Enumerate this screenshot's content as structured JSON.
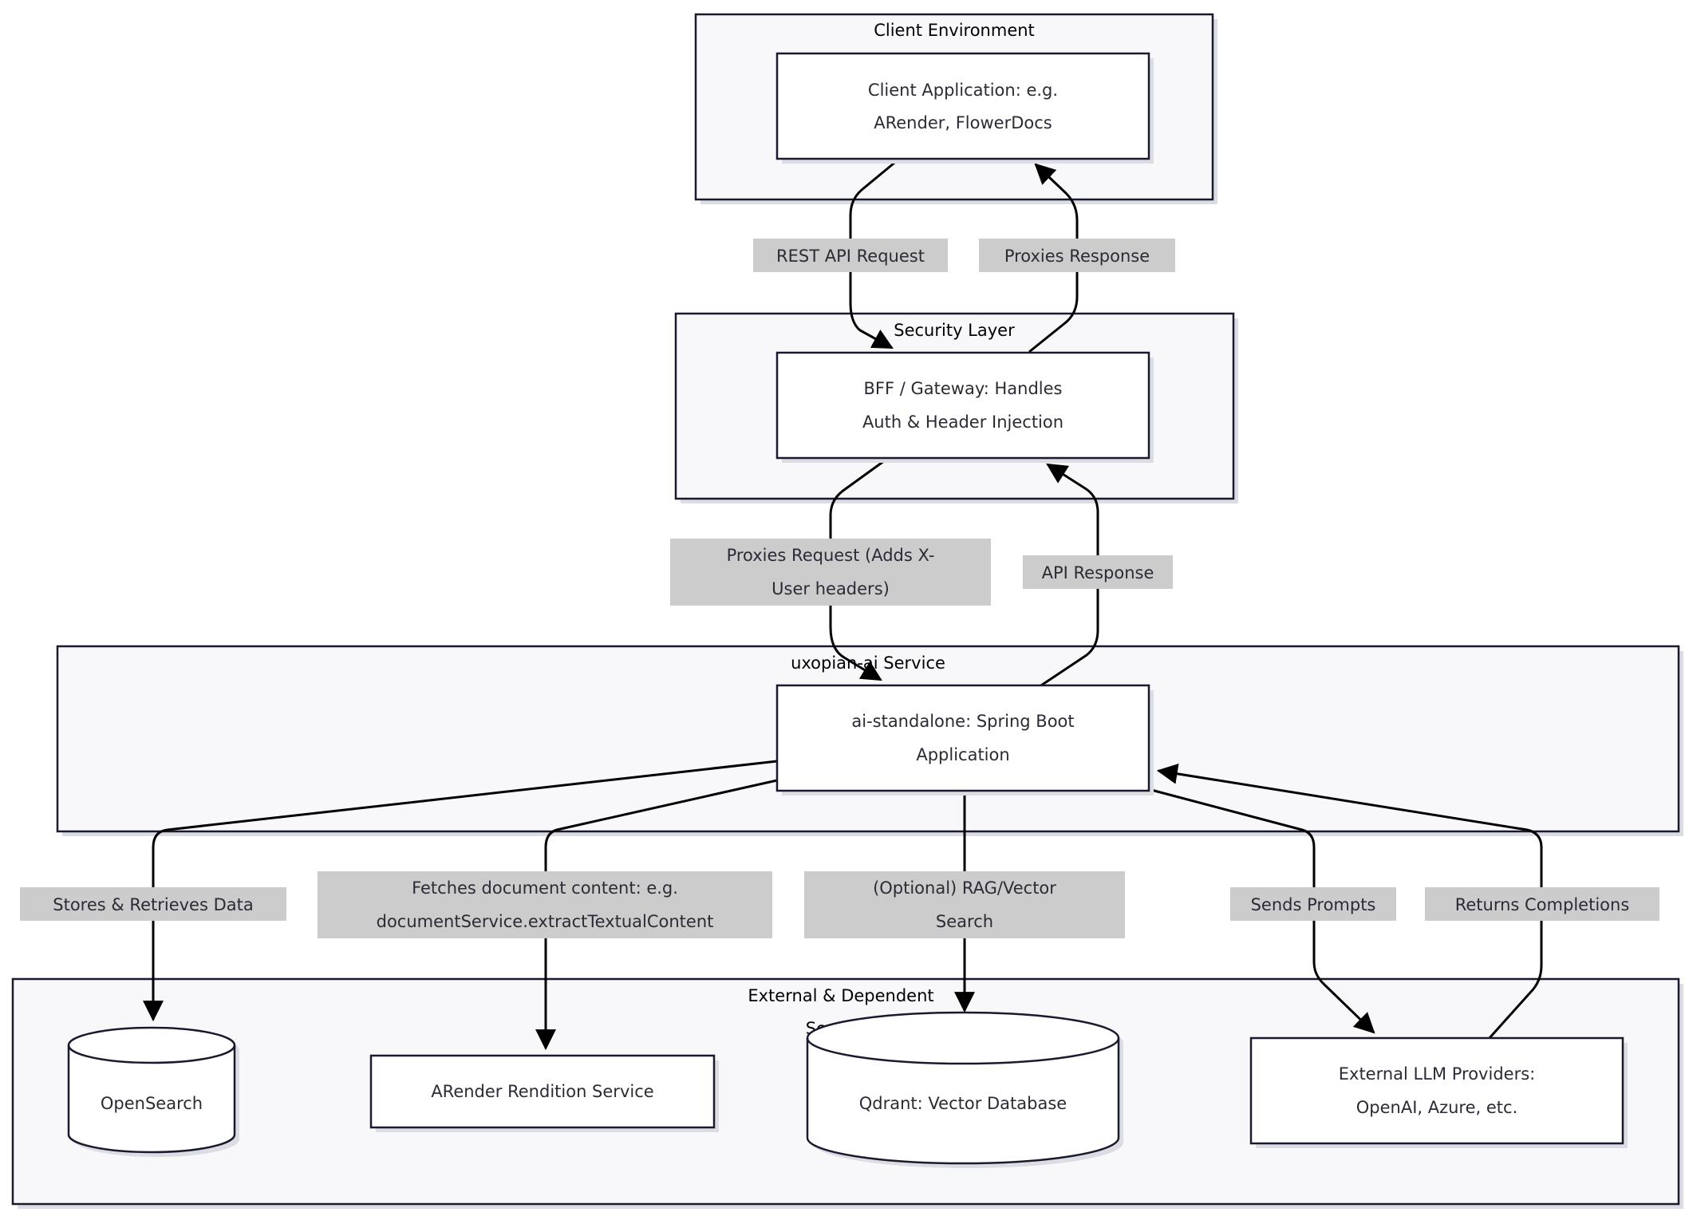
{
  "clusters": {
    "client_env": "Client Environment",
    "security": "Security Layer",
    "uxopian": "uxopian-ai Service",
    "external": [
      "External & Dependent",
      "Services"
    ]
  },
  "nodes": {
    "client_app": [
      "Client Application: e.g.",
      "ARender, FlowerDocs"
    ],
    "bff": [
      "BFF / Gateway: Handles",
      "Auth & Header Injection"
    ],
    "ai_standalone": [
      "ai-standalone: Spring Boot",
      "Application"
    ],
    "opensearch": "OpenSearch",
    "arender_rendition": "ARender Rendition Service",
    "qdrant": "Qdrant: Vector Database",
    "llm": [
      "External LLM Providers:",
      "OpenAI, Azure, etc."
    ]
  },
  "edges": {
    "rest_request": "REST API Request",
    "proxies_response": "Proxies Response",
    "proxies_request": [
      "Proxies Request (Adds X-",
      "User headers)"
    ],
    "api_response": "API Response",
    "stores": "Stores & Retrieves Data",
    "fetches": [
      "Fetches document content: e.g.",
      "documentService.extractTextualContent"
    ],
    "rag": [
      "(Optional) RAG/Vector",
      "Search"
    ],
    "sends": "Sends Prompts",
    "returns": "Returns Completions"
  }
}
